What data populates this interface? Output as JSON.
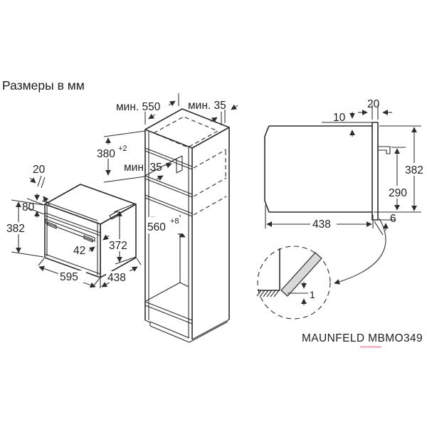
{
  "title": "Размеры в мм",
  "model_label": "MAUNFELD MBMO349",
  "colors": {
    "drawing_line": "#2c2c2c",
    "watermark_pink": "#f3bcc8"
  },
  "oven_view": {
    "door_overhang": "20",
    "control_panel_height": "80",
    "total_height": "382",
    "handle_clearance": "42",
    "body_height": "372",
    "width": "595",
    "depth": "438"
  },
  "cabinet_view": {
    "min_depth": "мин. 550",
    "min_top_gap": "мин. 35",
    "niche_height": "380",
    "niche_height_tolerance": "+2",
    "min_rear_gap": "мин. 35",
    "niche_width": "560",
    "niche_width_tolerance": "+8"
  },
  "side_view": {
    "door_thickness": "20",
    "top_clearance": "10",
    "total_height": "382",
    "handle_height": "290",
    "body_depth": "438",
    "bottom_clearance": "6"
  },
  "detail_view": {
    "door_gap": "1"
  }
}
